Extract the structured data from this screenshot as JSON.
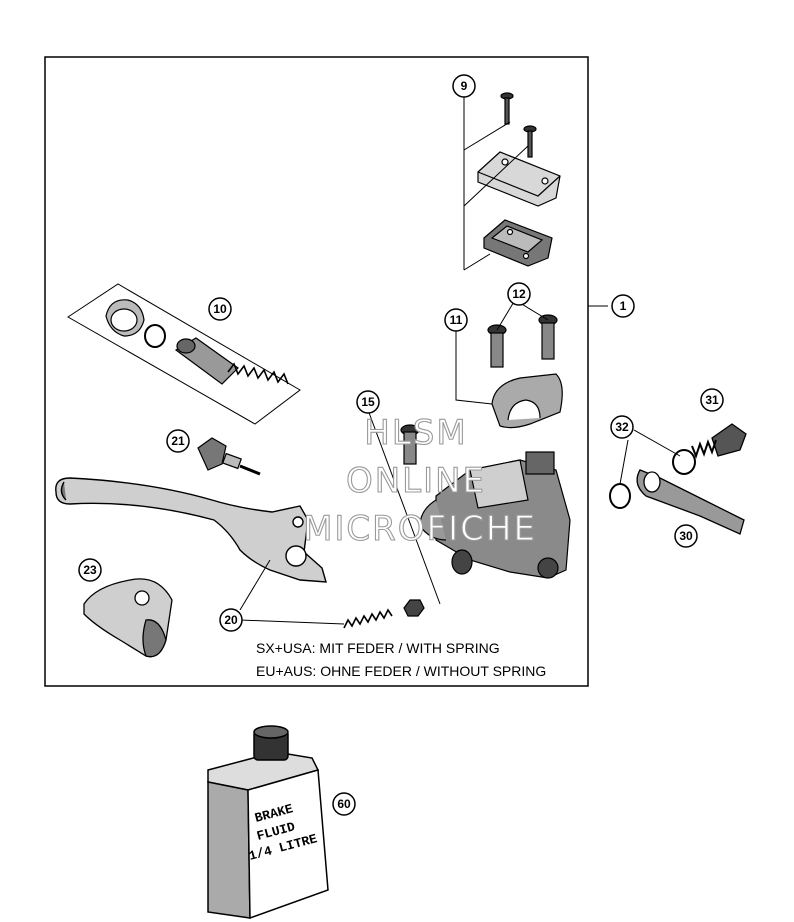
{
  "callouts": [
    {
      "id": "c1",
      "label": "1"
    },
    {
      "id": "c9",
      "label": "9"
    },
    {
      "id": "c10",
      "label": "10"
    },
    {
      "id": "c11",
      "label": "11"
    },
    {
      "id": "c12",
      "label": "12"
    },
    {
      "id": "c15",
      "label": "15"
    },
    {
      "id": "c20",
      "label": "20"
    },
    {
      "id": "c21",
      "label": "21"
    },
    {
      "id": "c23",
      "label": "23"
    },
    {
      "id": "c30",
      "label": "30"
    },
    {
      "id": "c31",
      "label": "31"
    },
    {
      "id": "c32",
      "label": "32"
    },
    {
      "id": "c60",
      "label": "60"
    }
  ],
  "notes": {
    "line1": "SX+USA:  MIT FEDER / WITH SPRING",
    "line2": "EU+AUS:  OHNE FEDER / WITHOUT SPRING"
  },
  "bottle": {
    "line1": "BRAKE",
    "line2": "FLUID",
    "line3": "1/4 LITRE"
  },
  "watermark": {
    "line1": "HLSM",
    "line2": "ONLINE",
    "line3": "MICROFICHE"
  }
}
